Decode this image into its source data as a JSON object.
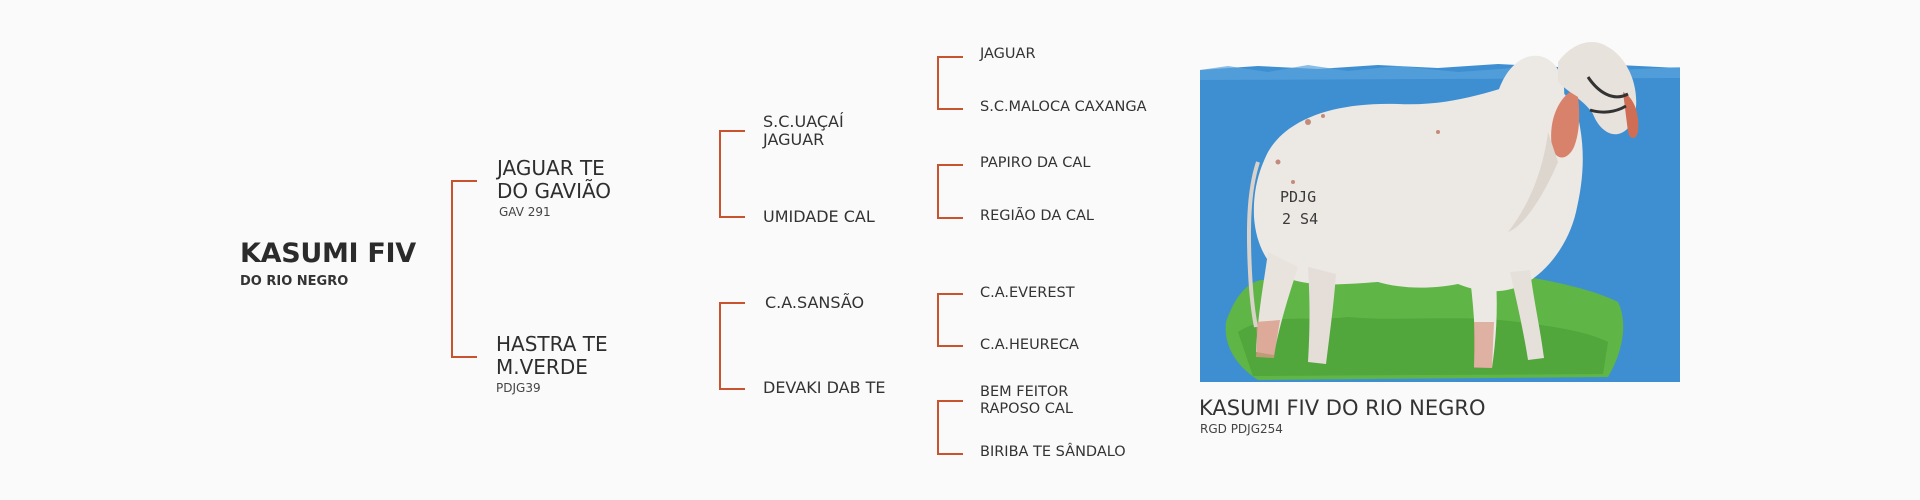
{
  "subject": {
    "name": "KASUMI FIV",
    "sub": "DO RIO NEGRO"
  },
  "sire": {
    "name_line1": "JAGUAR TE",
    "name_line2": "DO GAVIÃO",
    "reg": "GAV 291"
  },
  "dam": {
    "name_line1": "HASTRA TE",
    "name_line2": "M.VERDE",
    "reg": "PDJG39"
  },
  "sire_sire": {
    "line1": "S.C.UAÇAÍ",
    "line2": "JAGUAR"
  },
  "sire_dam": {
    "name": "UMIDADE CAL"
  },
  "dam_sire": {
    "name": "C.A.SANSÃO"
  },
  "dam_dam": {
    "name": "DEVAKI DAB TE"
  },
  "great_grandparents": {
    "ss_sire": "JAGUAR",
    "ss_dam": "S.C.MALOCA CAXANGA",
    "sd_sire": "PAPIRO DA CAL",
    "sd_dam": "REGIÃO DA CAL",
    "ds_sire": "C.A.EVEREST",
    "ds_dam": "C.A.HEURECA",
    "dd_sire_line1": "BEM FEITOR",
    "dd_sire_line2": "RAPOSO CAL",
    "dd_dam": "BIRIBA TE SÂNDALO"
  },
  "photo": {
    "caption": "KASUMI FIV DO RIO NEGRO",
    "reg": "RGD PDJG254",
    "hip_brand_line1": "PDJG",
    "hip_brand_line2": "2 S4",
    "background_color": "#3d8fd2",
    "grass_color": "#5fb545",
    "animal_color": "#ece8e4"
  },
  "colors": {
    "bracket": "#c9532f",
    "background": "#fafafa"
  }
}
